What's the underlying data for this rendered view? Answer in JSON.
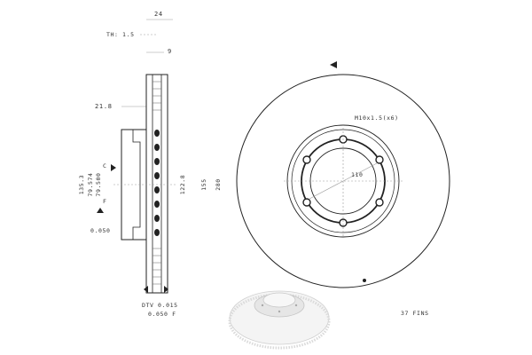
{
  "drawing": {
    "labels": {
      "width_24": "24",
      "thickness": "TH: 1.5",
      "dim_9": "9",
      "dim_21_8": "21.8",
      "dim_135_3": "135.3",
      "dim_79_574": "79.574",
      "dim_79_500": "79.500",
      "datum_c": "C",
      "datum_f": "F",
      "runout": "0.050",
      "dim_122_8": "122.8",
      "dim_155": "155",
      "dim_280": "280",
      "dtv": "DTV 0.015",
      "parallel": "0.050 F",
      "bolt_spec": "M10x1.5(x6)",
      "bolt_circle": "110",
      "fins": "37 FINS"
    },
    "colors": {
      "ink": "#222222",
      "text": "#333333",
      "render_fill": "#ececec"
    }
  }
}
